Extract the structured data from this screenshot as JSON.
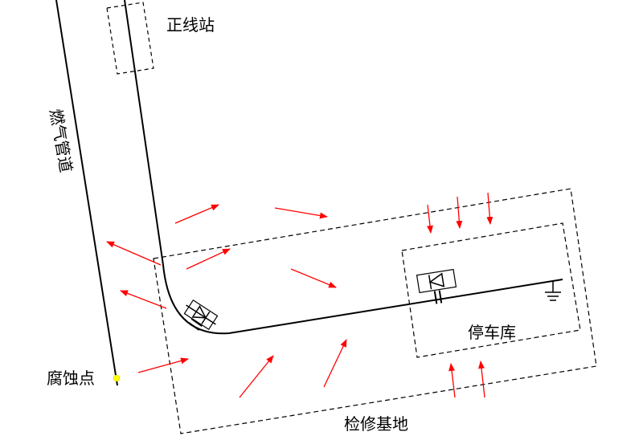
{
  "labels": {
    "main_line_station": "正线站",
    "gas_pipeline": "燃气管道",
    "corrosion_point": "腐蚀点",
    "parking_depot": "停车库",
    "maintenance_base": "检修基地"
  },
  "colors": {
    "line": "#000000",
    "arrow": "#ff0000",
    "corrosion_marker": "#ffff00",
    "background": "#ffffff"
  },
  "icons": [
    "diode-symbol",
    "capacitor-symbol",
    "ground-symbol"
  ]
}
